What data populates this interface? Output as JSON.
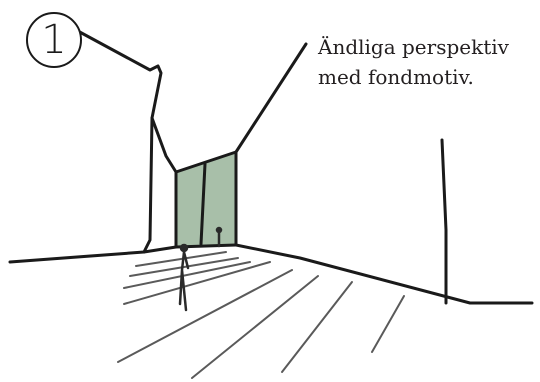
{
  "badge": {
    "number": "1"
  },
  "caption": {
    "line1": "Ändliga perspektiv",
    "line2": "med fondmotiv."
  },
  "colors": {
    "ink": "#1a1a1a",
    "fond_fill": "#a8bfa9"
  }
}
